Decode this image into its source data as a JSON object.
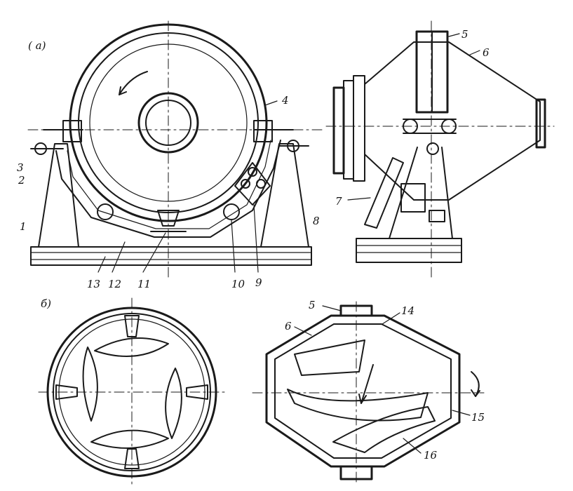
{
  "views": {
    "a": "( a)",
    "b": "б)"
  },
  "labels": {
    "n1": "1",
    "n2": "2",
    "n3": "3",
    "n4": "4",
    "n5_top": "5",
    "n6_top": "6",
    "n7": "7",
    "n8": "8",
    "n9": "9",
    "n10": "10",
    "n11": "11",
    "n12": "12",
    "n13": "13",
    "n5_bottom": "5",
    "n6_bottom": "6",
    "n14": "14",
    "n15": "15",
    "n16": "16"
  }
}
